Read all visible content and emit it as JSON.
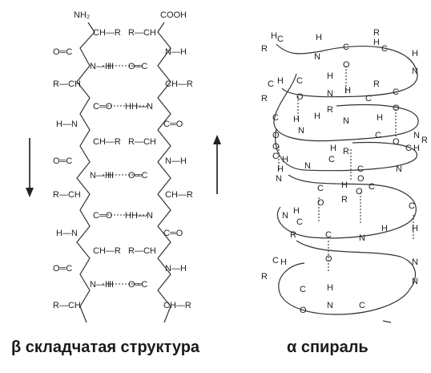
{
  "captions": {
    "beta": "β складчатая структура",
    "alpha": "α спираль"
  },
  "beta_sheet": {
    "left_strand": [
      "NH₂",
      "CH—R",
      "O═C",
      "N—H",
      "R—CH",
      "C═O",
      "H—N",
      "CH—R",
      "O═C",
      "N—H",
      "R—CH",
      "C═O",
      "H—N",
      "CH—R",
      "O═C",
      "N—H",
      "R—CH"
    ],
    "right_strand": [
      "COOH",
      "R—CH",
      "N—H",
      "O═C",
      "CH—R",
      "H—N",
      "C═O",
      "R—CH",
      "N—H",
      "O═C",
      "CH—R",
      "H—N",
      "C═O",
      "R—CH",
      "N—H",
      "O═C",
      "CH—R"
    ],
    "hbond_label": "H",
    "left_arrow": "down",
    "right_arrow": "up"
  },
  "alpha_helix": {
    "atoms": [
      "H",
      "C",
      "R",
      "H",
      "N",
      "C",
      "O",
      "R",
      "C",
      "H",
      "N",
      "H",
      "C",
      "R",
      "H",
      "N",
      "H",
      "C",
      "O",
      "H",
      "C",
      "N",
      "R",
      "C",
      "O",
      "H",
      "N",
      "H",
      "C",
      "O",
      "R",
      "H",
      "C",
      "N",
      "O",
      "C",
      "O",
      "H",
      "C",
      "N",
      "H",
      "C",
      "R",
      "N",
      "O",
      "C",
      "H",
      "R",
      "H",
      "N",
      "C",
      "O",
      "R",
      "H",
      "C",
      "O",
      "C",
      "N",
      "H",
      "C",
      "R",
      "H",
      "N",
      "H",
      "N",
      "C",
      "O",
      "N",
      "C",
      "R",
      "H",
      "C",
      "O",
      "H",
      "N",
      "C"
    ]
  }
}
